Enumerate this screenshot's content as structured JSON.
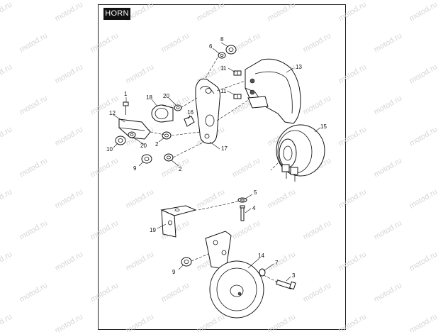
{
  "title": "HORN",
  "watermark": "motod.ru",
  "callouts": {
    "c1": "1",
    "c2a": "2",
    "c2b": "2",
    "c3": "3",
    "c4": "4",
    "c5": "5",
    "c6": "6",
    "c7": "7",
    "c8": "8",
    "c9a": "9",
    "c9b": "9",
    "c10": "10",
    "c11a": "11",
    "c11b": "11",
    "c12": "12",
    "c13": "13",
    "c14": "14",
    "c15": "15",
    "c16": "16",
    "c17": "17",
    "c18": "18",
    "c19": "19",
    "c20a": "20",
    "c20b": "20"
  }
}
